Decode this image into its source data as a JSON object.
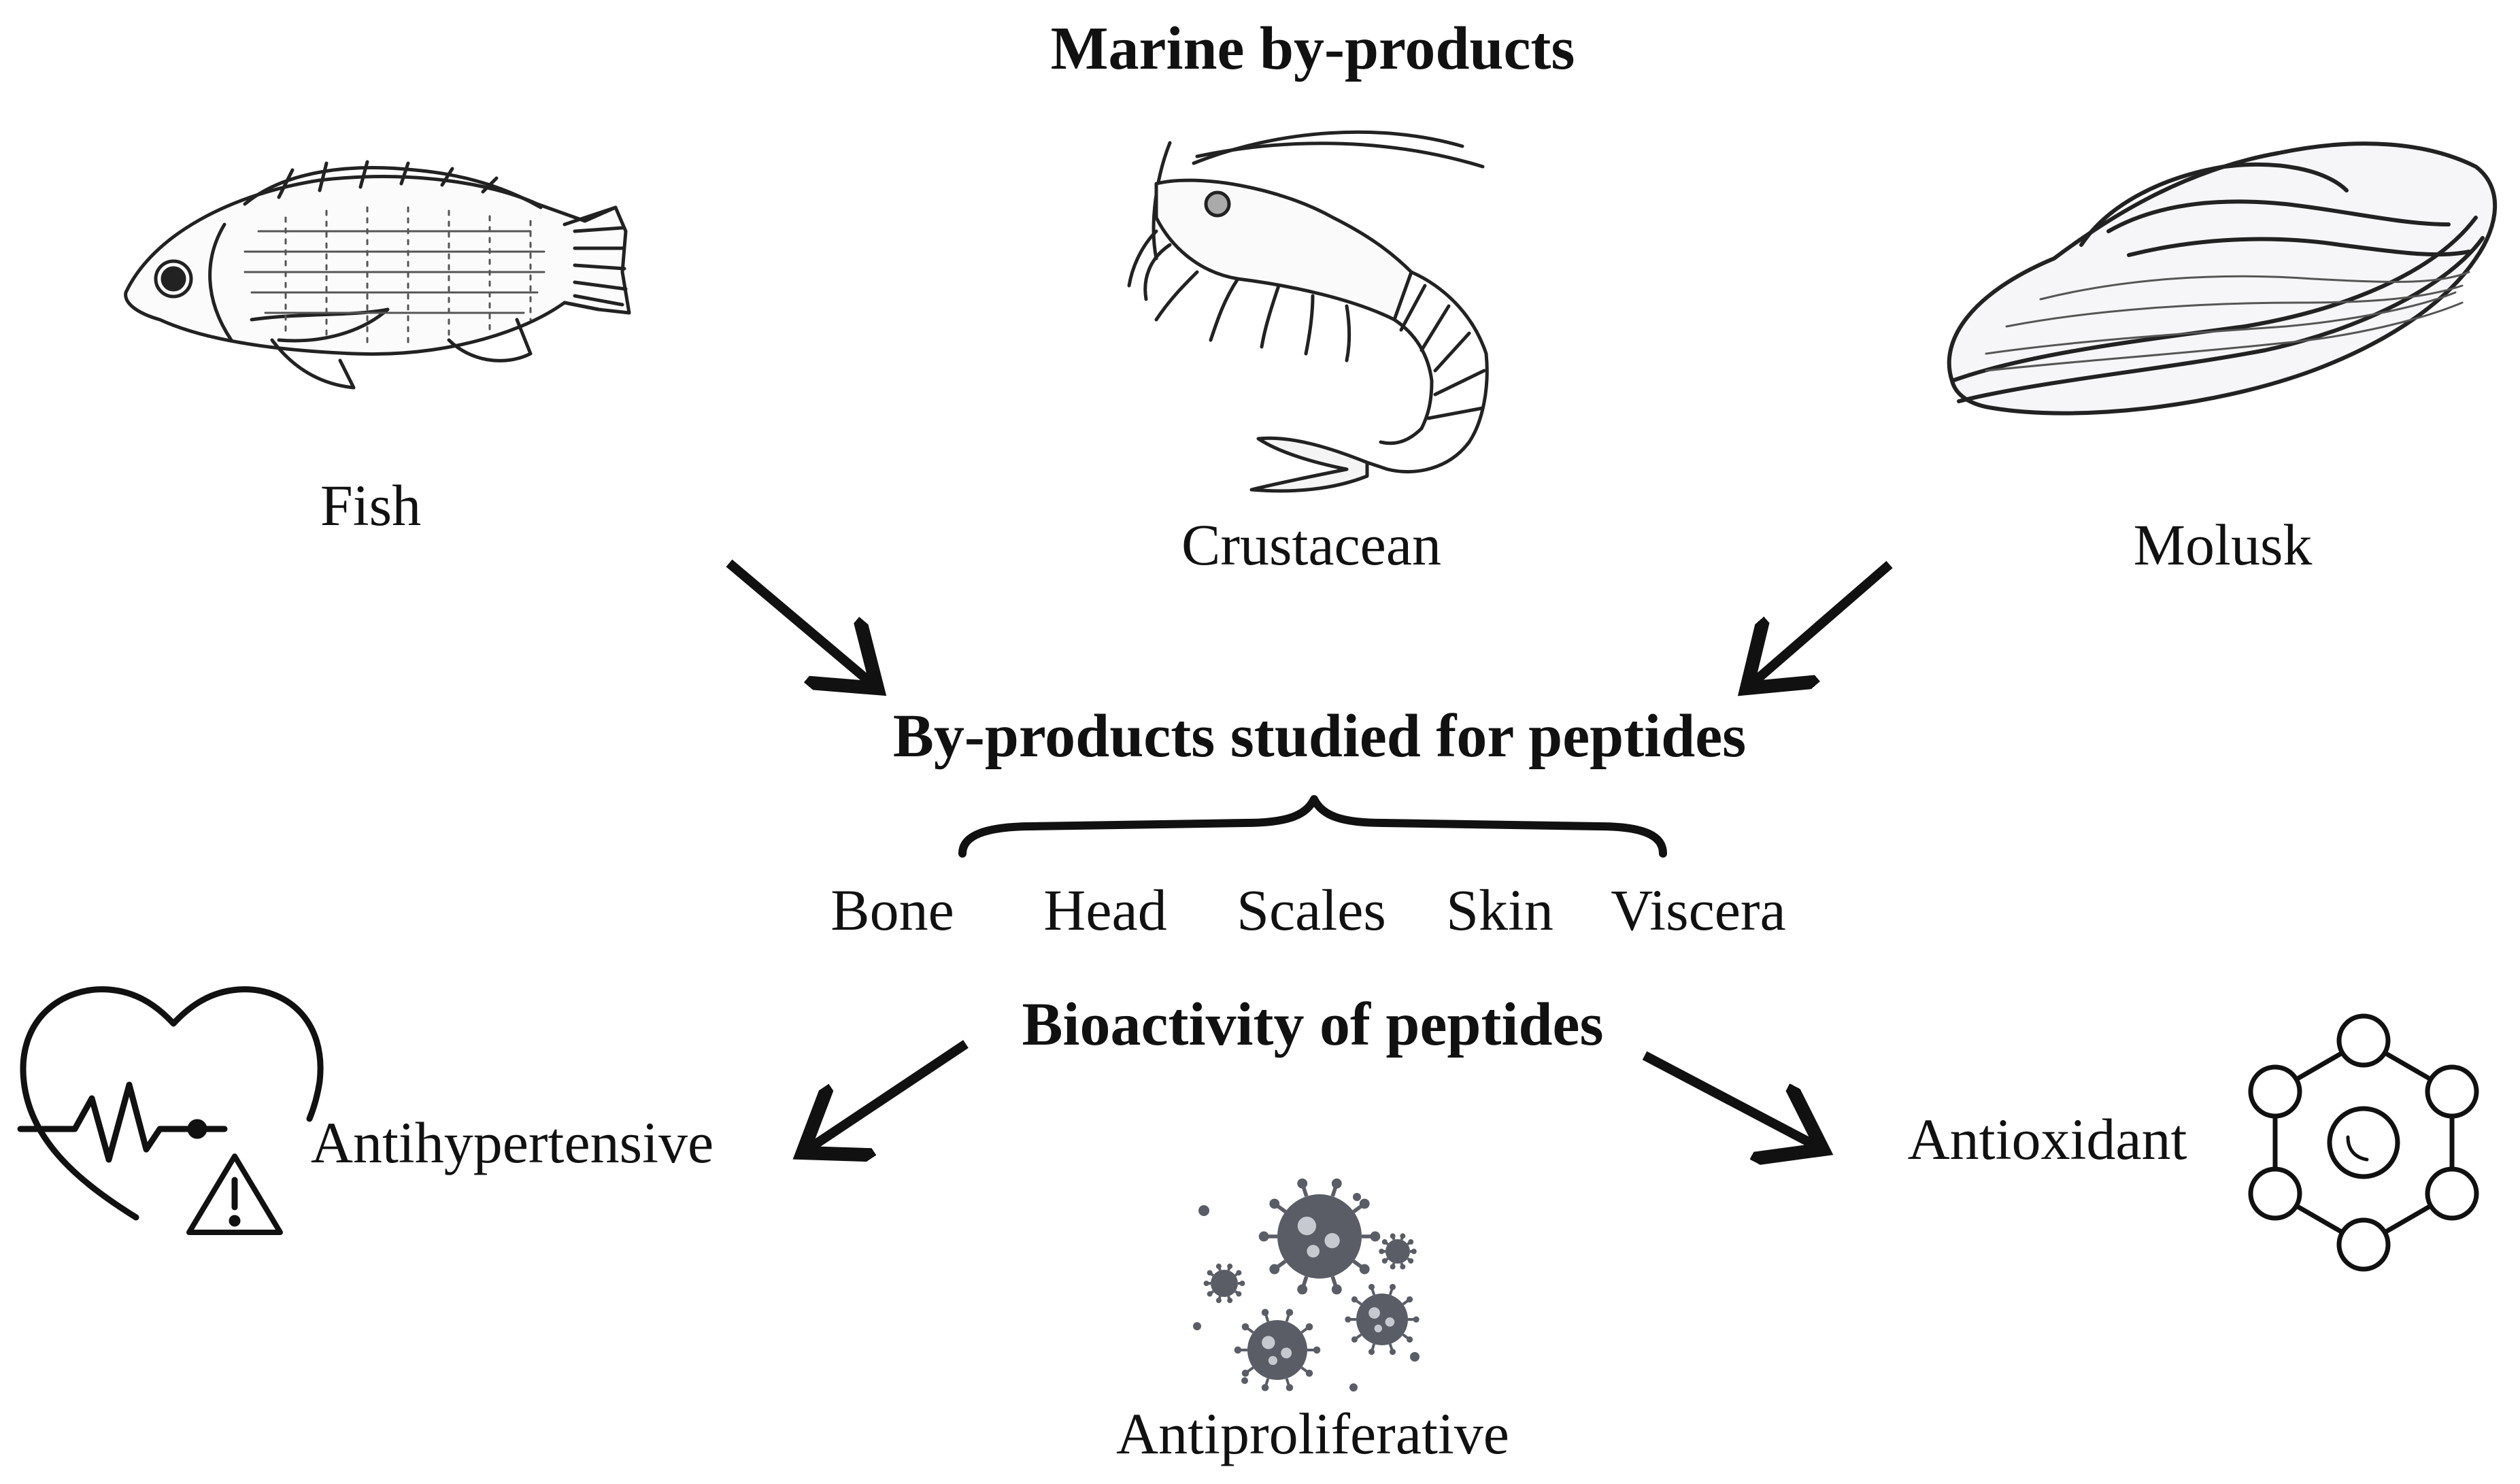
{
  "title": "Marine by-products",
  "sources": {
    "fish": "Fish",
    "crustacean": "Crustacean",
    "mollusk": "Molusk"
  },
  "studied_heading": "By-products studied for peptides",
  "byproducts": [
    "Bone",
    "Head",
    "Scales",
    "Skin",
    "Viscera"
  ],
  "bioactivity_heading": "Bioactivity of peptides",
  "bioactivities": {
    "antihypertensive": "Antihypertensive",
    "antioxidant": "Antioxidant",
    "antiproliferative": "Antiproliferative"
  },
  "icons": {
    "fish": "fish-illustration-icon",
    "shrimp": "shrimp-illustration-icon",
    "mollusk": "clam-shell-illustration-icon",
    "heart": "heart-rate-warning-icon",
    "virus": "virus-cells-icon",
    "molecule": "hexagon-molecule-icon"
  },
  "colors": {
    "ink": "#111111",
    "virus_gray": "#5a5d66"
  }
}
